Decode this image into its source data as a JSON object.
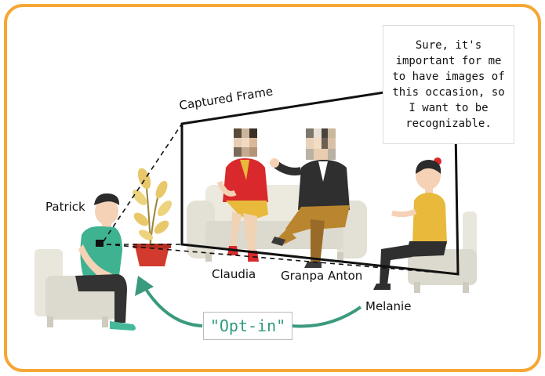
{
  "labels": {
    "captured_frame": "Captured Frame",
    "patrick": "Patrick",
    "claudia": "Claudia",
    "granpa_anton": "Granpa Anton",
    "melanie": "Melanie"
  },
  "speech_bubble": {
    "text": "Sure, it's important for me to have images of this occasion, so I want to be recognizable."
  },
  "opt_in_label": "\"Opt-in\"",
  "colors": {
    "border": "#f5a733",
    "arrow": "#3a9a7e",
    "sofa": "#ece9df",
    "claudia_top": "#d9292c",
    "mustard": "#e8b93a",
    "patrick_top": "#3fb391",
    "pot": "#d13a2c"
  }
}
